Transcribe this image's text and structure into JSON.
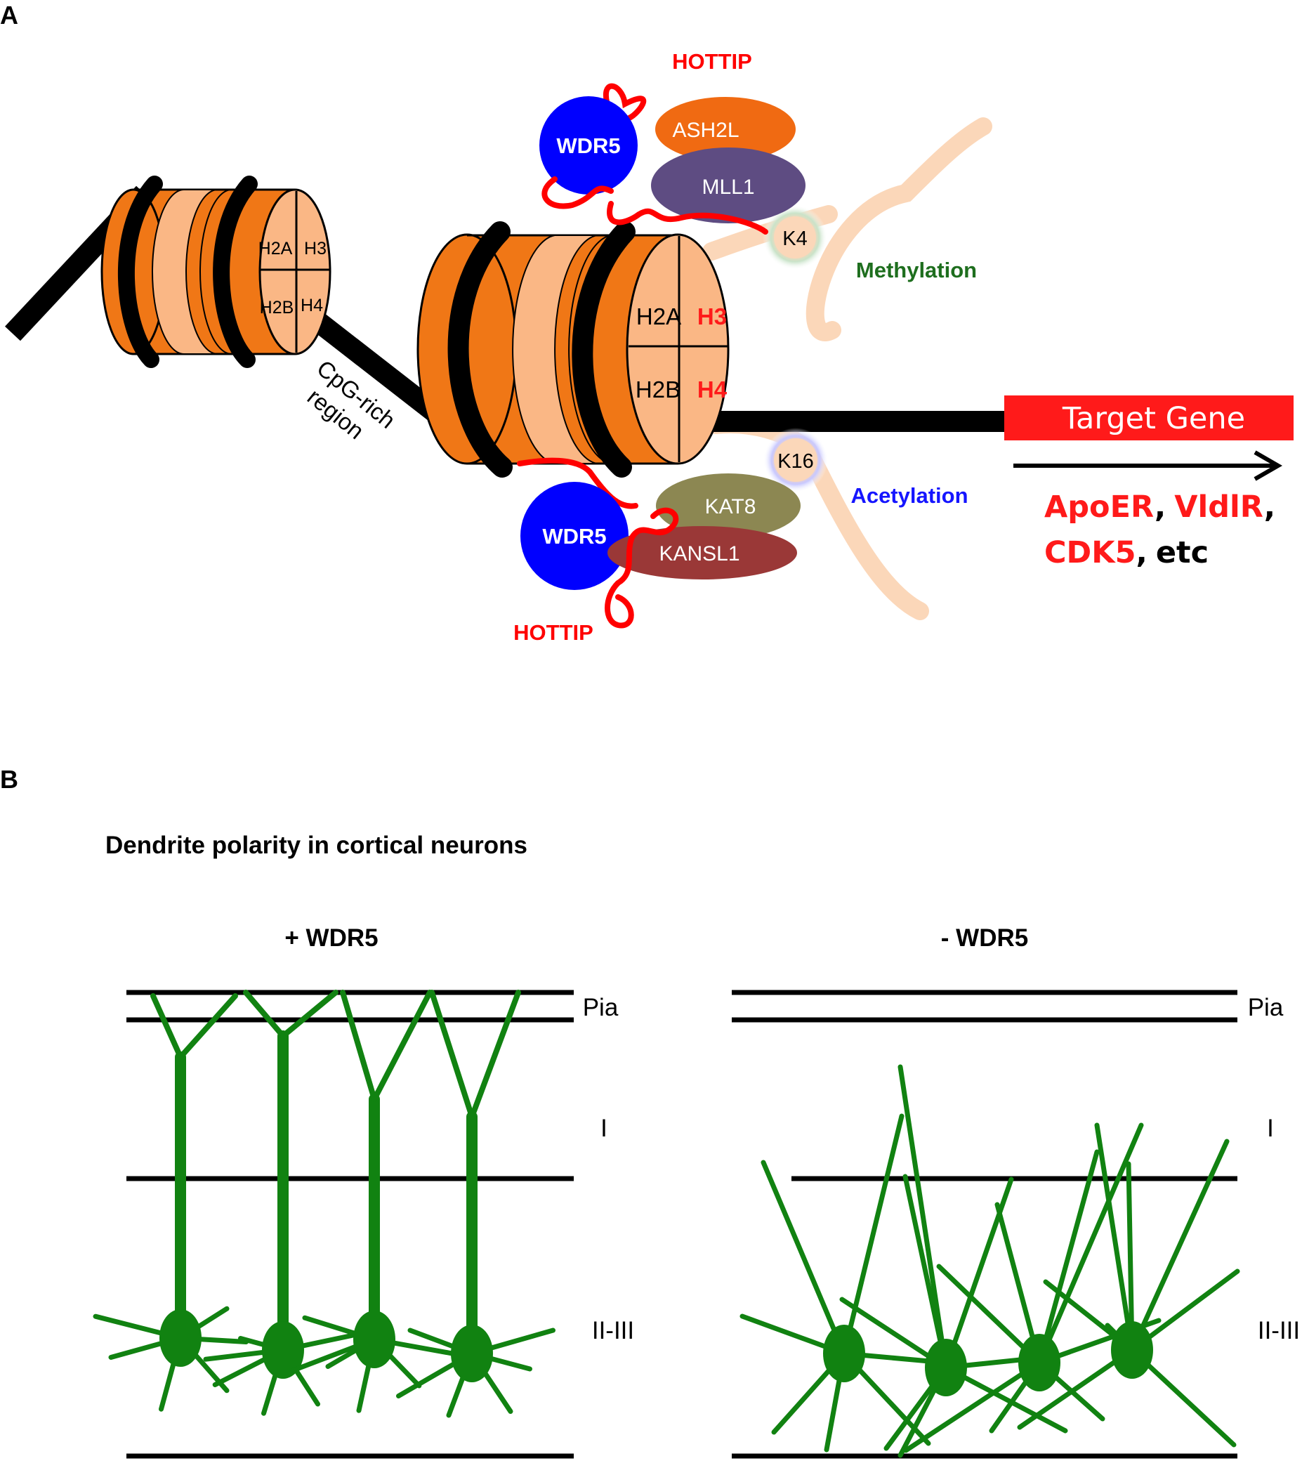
{
  "panel_a": {
    "label": "A",
    "histones_small": {
      "h2a": "H2A",
      "h3": "H3",
      "h2b": "H2B",
      "h4": "H4"
    },
    "histones_large": {
      "h2a": "H2A",
      "h3": "H3",
      "h2b": "H2B",
      "h4": "H4"
    },
    "cpg_label_line1": "CpG-rich",
    "cpg_label_line2": "region",
    "top_complex": {
      "hottip": "HOTTIP",
      "wdr5": "WDR5",
      "ash2l": "ASH2L",
      "mll1": "MLL1",
      "site": "K4",
      "mark": "Methylation"
    },
    "bottom_complex": {
      "hottip": "HOTTIP",
      "wdr5": "WDR5",
      "kat8": "KAT8",
      "kansl1": "KANSL1",
      "site": "K16",
      "mark": "Acetylation"
    },
    "target_gene": "Target Gene",
    "genes": {
      "apoer": "ApoER",
      "vldlr": "VldlR",
      "cdk5": "CDK5",
      "etc": "etc",
      "comma": ","
    }
  },
  "panel_b": {
    "label": "B",
    "title": "Dendrite polarity in cortical neurons",
    "left_title": "+ WDR5",
    "right_title": "- WDR5",
    "layers": {
      "pia": "Pia",
      "l1": "I",
      "l23": "II-III"
    }
  },
  "colors": {
    "histone_dark": "#F07716",
    "histone_light": "#FAB785",
    "dna": "#000000",
    "hottip": "#FF0000",
    "wdr5": "#0000FF",
    "ash2l": "#F06A12",
    "mll1": "#5E4C82",
    "kat8": "#8C8752",
    "kansl1": "#9A3837",
    "tail": "#FBD7B9",
    "methylation": "#1E6E1E",
    "acetylation": "#1515FF",
    "target": "#FF1A1A",
    "neuron": "#118211"
  }
}
